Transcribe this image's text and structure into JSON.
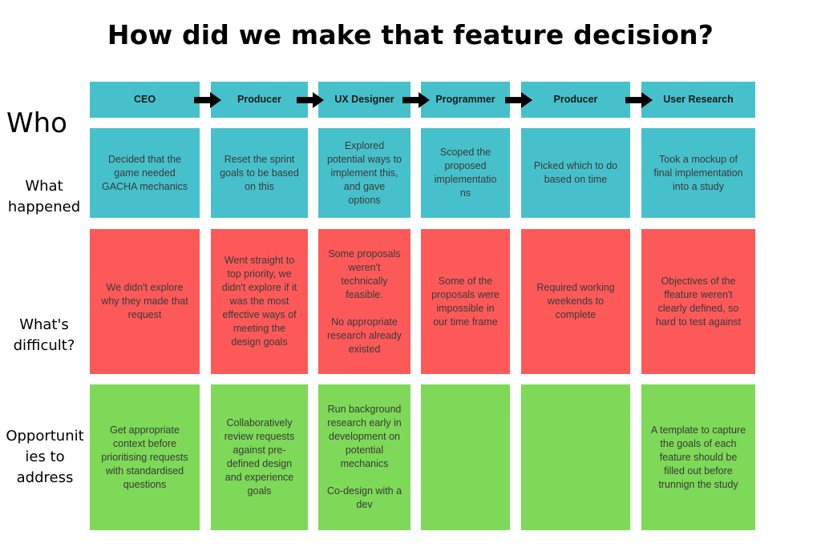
{
  "title": "How did we make that feature decision?",
  "row_labels": {
    "who": "Who",
    "happened": "What happened",
    "difficult": "What's difficult?",
    "opportunities": "Opportunit ies to address"
  },
  "colors": {
    "who": "#46c1cb",
    "happened": "#46c1cb",
    "difficult": "#fe5959",
    "opportunities": "#7dd957"
  },
  "columns": [
    {
      "who": "CEO",
      "happened": "Decided that the game needed GACHA mechanics",
      "difficult": "We didn't explore why they made that request",
      "opportunities": "Get appropriate context before prioritising requests with standardised questions"
    },
    {
      "who": "Producer",
      "happened": "Reset the sprint goals to be based on this",
      "difficult": "Went straight to top priority, we didn't explore if it was the most effective ways of meeting the design goals",
      "opportunities": "Collaboratively review requests against pre-defined design and experience goals"
    },
    {
      "who": "UX Designer",
      "happened": "Explored potential ways to implement this, and gave options",
      "difficult": "Some proposals weren't technically feasible.\n\nNo appropriate research already existed",
      "opportunities": "Run background research early in development on potential mechanics\n\nCo-design with a dev"
    },
    {
      "who": "Programmer",
      "happened": "Scoped the proposed implementatio ns",
      "difficult": "Some of the proposals were impossible in our time frame",
      "opportunities": ""
    },
    {
      "who": "Producer",
      "happened": "Picked which to do based on time",
      "difficult": "Required working weekends to complete",
      "opportunities": ""
    },
    {
      "who": "User Research",
      "happened": "Took a mockup of final implementation into a study",
      "difficult": "Objectives of the ffeature weren't clearly defined, so hard to test against",
      "opportunities": "A template to capture the goals of each feature should be filled out before trunnign the study"
    }
  ]
}
